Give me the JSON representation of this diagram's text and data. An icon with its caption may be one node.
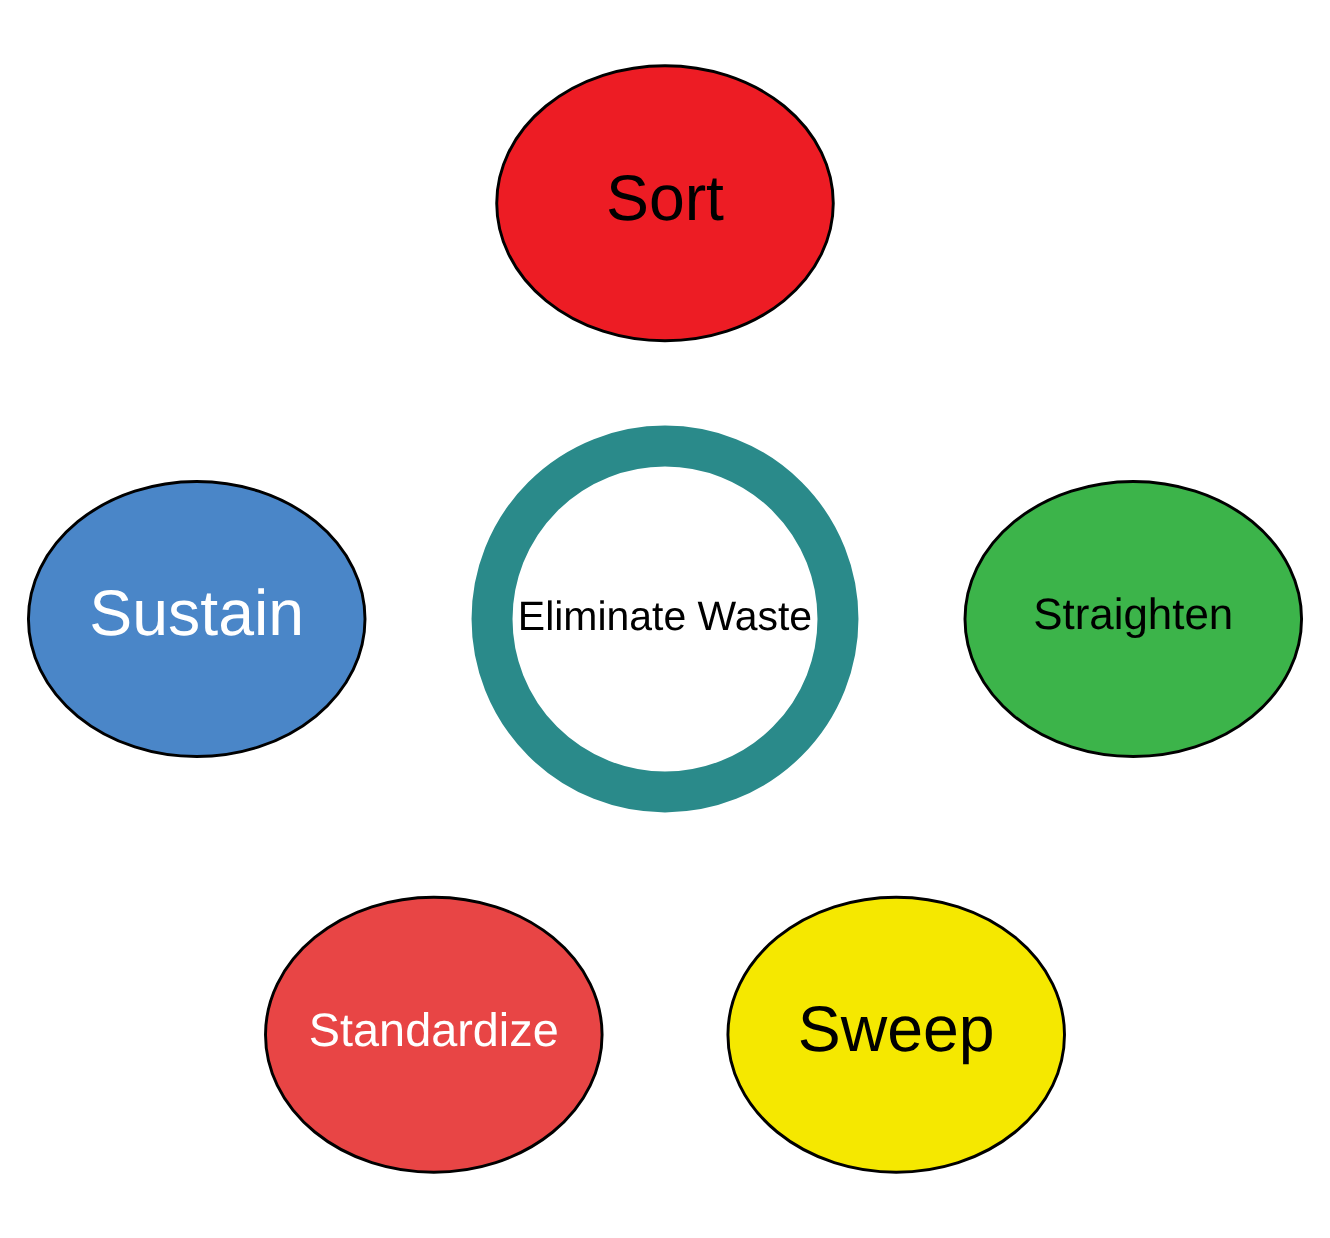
{
  "diagram": {
    "nodes": [
      {
        "text": [
          "Sort"
        ]
      },
      {
        "text": [
          "Sustain"
        ]
      },
      {
        "text": [
          "Straighten"
        ]
      },
      {
        "text": [
          "Eliminate Waste"
        ]
      },
      {
        "text": [
          "Standardize"
        ]
      },
      {
        "text": [
          "Sweep"
        ]
      }
    ],
    "edges": []
  }
}
